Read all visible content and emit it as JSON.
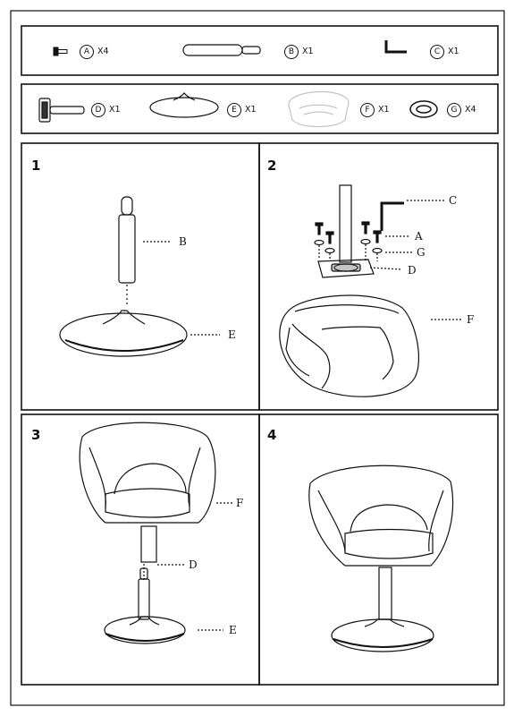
{
  "parts": [
    {
      "letter": "A",
      "qty": "X4",
      "icon": "bolt-icon"
    },
    {
      "letter": "B",
      "qty": "X1",
      "icon": "gas-lift-cylinder-icon"
    },
    {
      "letter": "C",
      "qty": "X1",
      "icon": "allen-key-icon"
    },
    {
      "letter": "D",
      "qty": "X1",
      "icon": "swivel-mechanism-icon"
    },
    {
      "letter": "E",
      "qty": "X1",
      "icon": "round-base-icon"
    },
    {
      "letter": "F",
      "qty": "X1",
      "icon": "chair-seat-icon"
    },
    {
      "letter": "G",
      "qty": "X4",
      "icon": "washer-icon"
    }
  ],
  "steps": [
    {
      "number": "1",
      "callouts": [
        "B",
        "E"
      ]
    },
    {
      "number": "2",
      "callouts": [
        "C",
        "A",
        "G",
        "D",
        "F"
      ]
    },
    {
      "number": "3",
      "callouts": [
        "F",
        "D",
        "E"
      ]
    },
    {
      "number": "4",
      "callouts": []
    }
  ]
}
